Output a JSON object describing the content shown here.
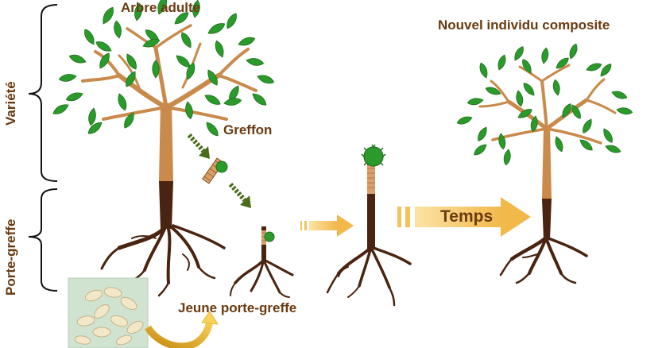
{
  "labels": {
    "arbre_adulte": "Arbre adulte",
    "nouvel_individu": "Nouvel individu composite",
    "greffon": "Greffon",
    "jeune_porte_greffe": "Jeune porte-greffe",
    "variete": "Variété",
    "porte_greffe": "Porte-greffe",
    "temps": "Temps"
  },
  "colors": {
    "label": "#6b3a10",
    "leaf": "#2a9a2a",
    "leaf_outline": "#1d6f1d",
    "trunk_upper": "#c98a4b",
    "trunk_lower": "#4a2410",
    "root": "#4a2410",
    "arrow_green": "#4a6b1a",
    "arrow_orange": "#f3c25a",
    "seed_photo_bg": "#cfe3d0"
  },
  "icons": [
    "bracket-variete",
    "bracket-porte-greffe",
    "seed-photo",
    "curved-arrow-orange"
  ]
}
